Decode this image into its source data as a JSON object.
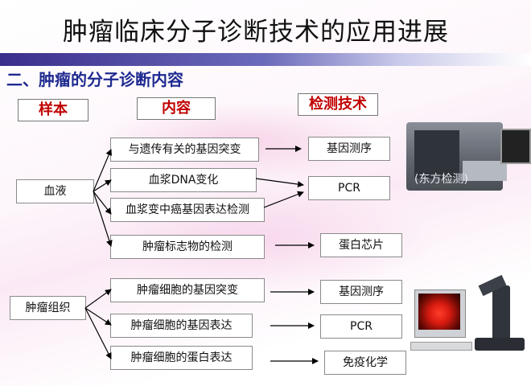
{
  "title": "肿瘤临床分子诊断技术的应用进展",
  "section": "二、肿瘤的分子诊断内容",
  "headers": {
    "sample": "样本",
    "content": "内容",
    "method": "检测技术"
  },
  "samples": {
    "blood": "血液",
    "tumor": "肿瘤组织"
  },
  "contents": [
    "与遗传有关的基因突变",
    "血浆DNA变化",
    "血浆变中癌基因表达检测",
    "肿瘤标志物的检测",
    "肿瘤细胞的基因突变",
    "肿瘤细胞的基因表达",
    "肿瘤细胞的蛋白表达"
  ],
  "methods": [
    "基因测序",
    "PCR",
    "蛋白芯片",
    "基因测序",
    "PCR",
    "免疫化学"
  ],
  "instrument_label": "(东方检测)",
  "colors": {
    "title_line": "#3a2e8c",
    "section": "#1f2a90",
    "header_text": "#c00000"
  }
}
